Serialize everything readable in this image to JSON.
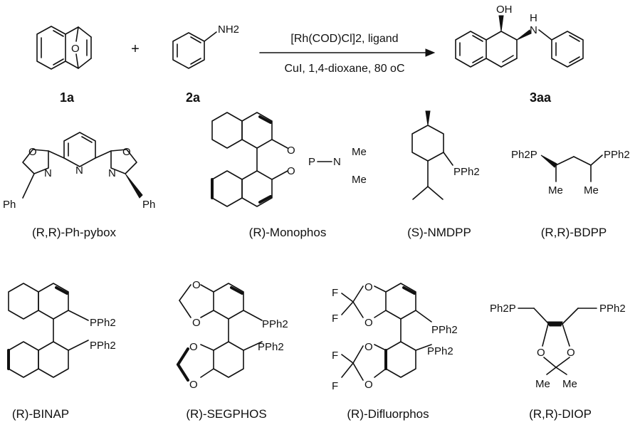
{
  "reaction": {
    "reactant1_label": "1a",
    "reactant2_label": "2a",
    "plus": "+",
    "product_label": "3aa",
    "conditions_top": "[Rh(COD)Cl]2, ligand",
    "conditions_bottom": "CuI, 1,4-dioxane, 80 oC",
    "atoms": {
      "nh2": "NH2",
      "oh": "OH",
      "nh": "N",
      "h": "H",
      "o": "O"
    }
  },
  "ligands": [
    {
      "name": "(R,R)-Ph-pybox"
    },
    {
      "name": "(R)-Monophos"
    },
    {
      "name": "(S)-NMDPP"
    },
    {
      "name": "(R,R)-BDPP"
    },
    {
      "name": "(R)-BINAP"
    },
    {
      "name": "(R)-SEGPHOS"
    },
    {
      "name": "(R)-Difluorphos"
    },
    {
      "name": "(R,R)-DIOP"
    }
  ],
  "atom_text": {
    "O": "O",
    "N": "N",
    "P": "P",
    "Ph": "Ph",
    "Me": "Me",
    "F": "F",
    "PPh2": "PPh2",
    "Ph2P": "Ph2P"
  }
}
